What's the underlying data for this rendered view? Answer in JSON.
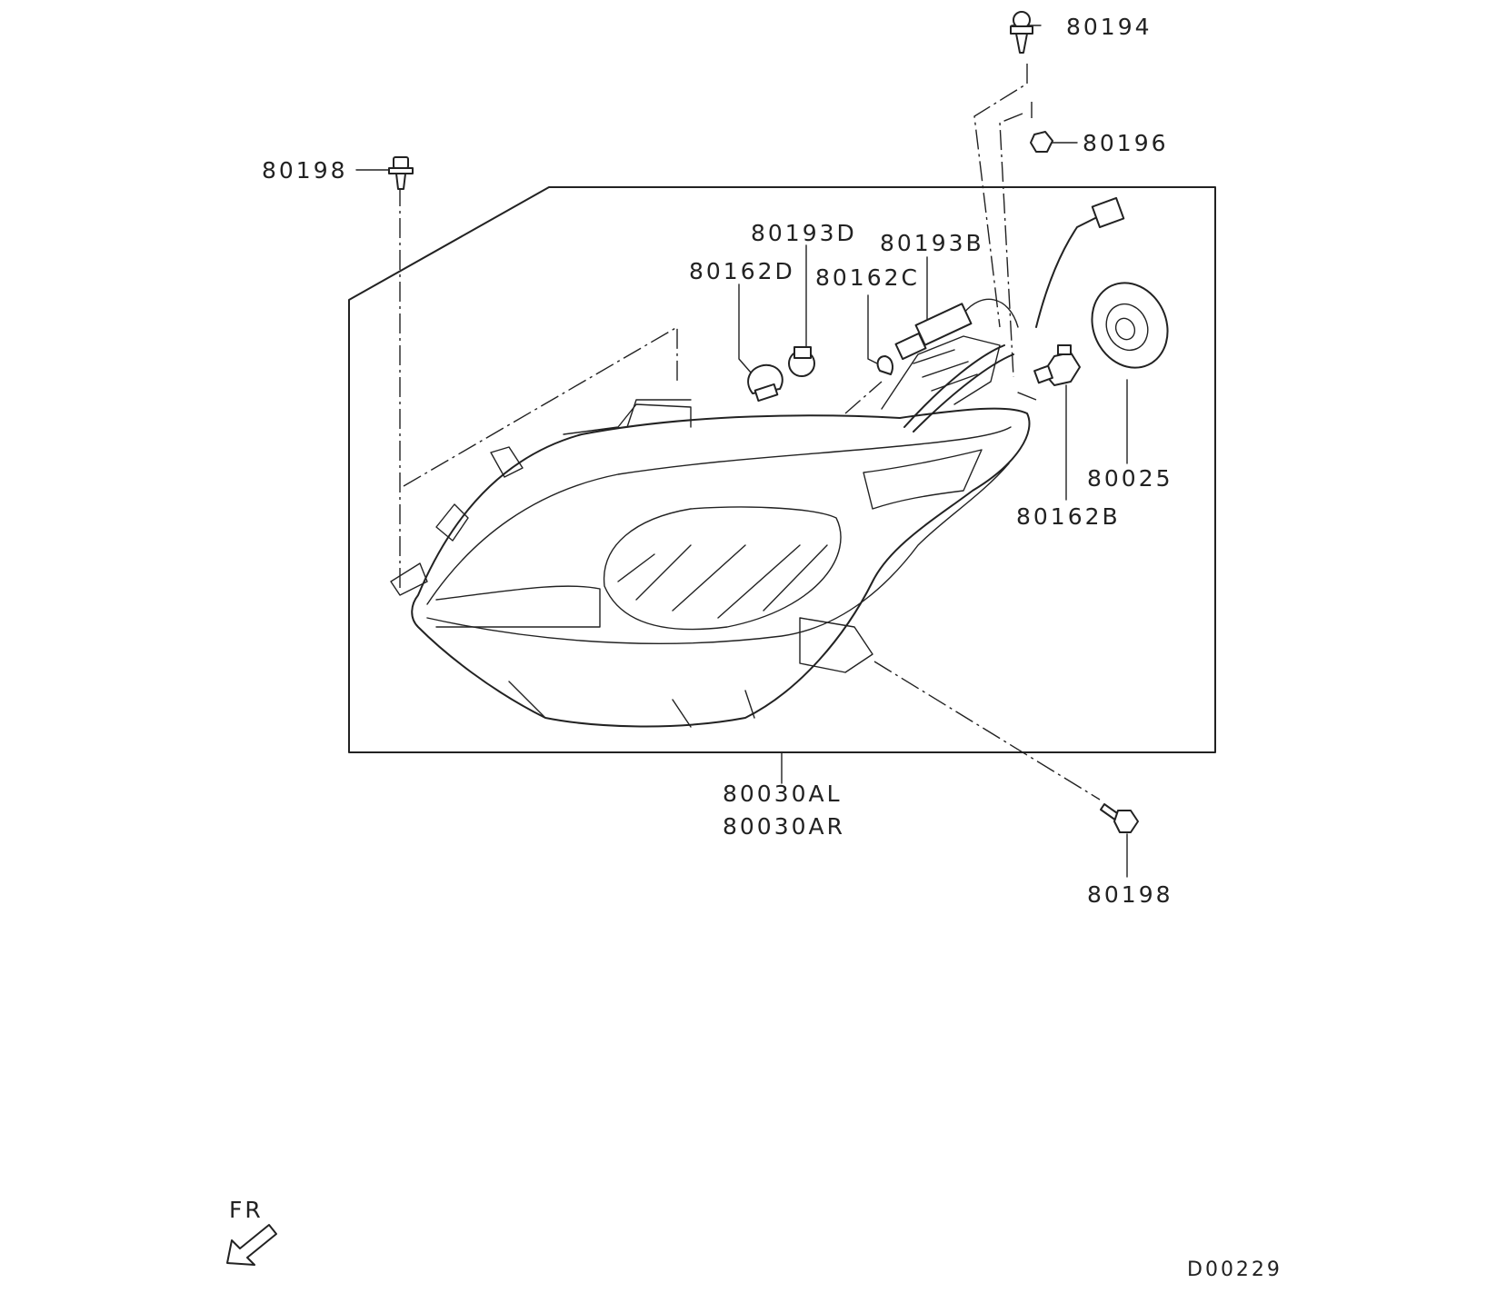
{
  "labels": {
    "p80194": "80194",
    "p80196": "80196",
    "p80198_top": "80198",
    "p80193D": "80193D",
    "p80193B": "80193B",
    "p80162D": "80162D",
    "p80162C": "80162C",
    "p80025": "80025",
    "p80162B": "80162B",
    "p80030AL": "80030AL",
    "p80030AR": "80030AR",
    "p80198_bottom": "80198"
  },
  "orientation": {
    "text": "FR",
    "icon": "front-arrow-icon"
  },
  "diagram_code": "D00229"
}
